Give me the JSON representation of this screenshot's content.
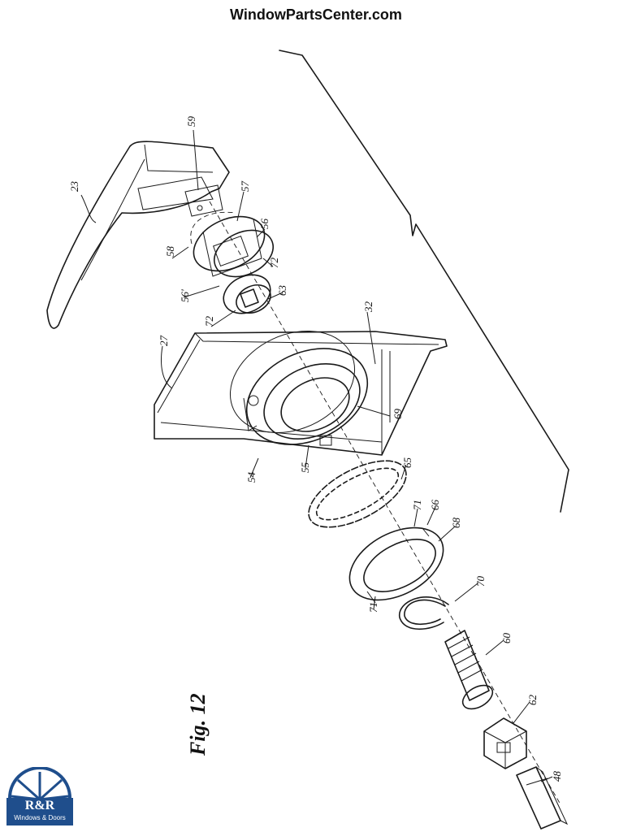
{
  "header": {
    "site_name": "WindowParts­Center.com"
  },
  "figure": {
    "title": "Fig. 12"
  },
  "labels": {
    "l23": "23",
    "l59": "59",
    "l57": "57",
    "l56": "56",
    "l58": "58",
    "l56p": "56'",
    "l72a": "72",
    "l72b": "72",
    "l63": "63",
    "l27": "27",
    "l32": "32",
    "l69": "69",
    "l54": "54",
    "l55": "55",
    "l65": "65",
    "l71a": "71",
    "l66": "66",
    "l68": "68",
    "l70": "70",
    "l71b": "71",
    "l60": "60",
    "l62": "62",
    "l48": "48"
  },
  "logo": {
    "brand": "R&R",
    "tagline": "Windows & Doors",
    "color": "#1f4e8c"
  }
}
